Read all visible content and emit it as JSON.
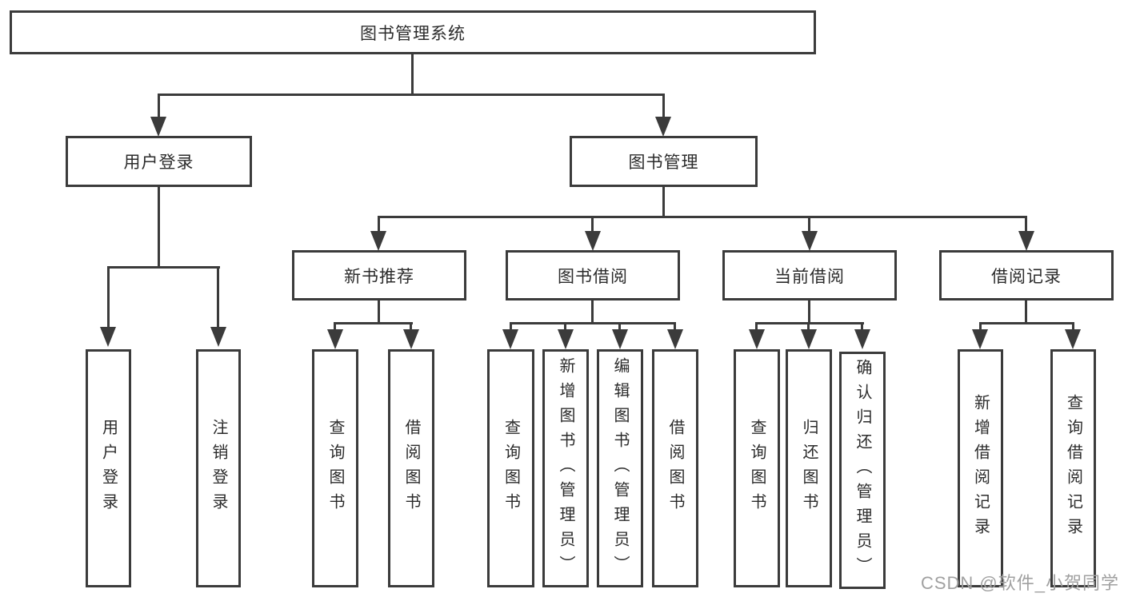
{
  "colors": {
    "line": "#3b3b3b",
    "text": "#2b2b2b",
    "background": "#ffffff",
    "watermark": "#a0a0a0"
  },
  "watermark": "CSDN @软件_小贺同学",
  "tree": {
    "label": "图书管理系统",
    "children": [
      {
        "label": "用户登录",
        "children": [
          {
            "label": "用户登录"
          },
          {
            "label": "注销登录"
          }
        ]
      },
      {
        "label": "图书管理",
        "children": [
          {
            "label": "新书推荐",
            "children": [
              {
                "label": "查询图书"
              },
              {
                "label": "借阅图书"
              }
            ]
          },
          {
            "label": "图书借阅",
            "children": [
              {
                "label": "查询图书"
              },
              {
                "label": "新增图书（管理员）"
              },
              {
                "label": "编辑图书（管理员）"
              },
              {
                "label": "借阅图书"
              }
            ]
          },
          {
            "label": "当前借阅",
            "children": [
              {
                "label": "查询图书"
              },
              {
                "label": "归还图书"
              },
              {
                "label": "确认归还（管理员）"
              }
            ]
          },
          {
            "label": "借阅记录",
            "children": [
              {
                "label": "新增借阅记录"
              },
              {
                "label": "查询借阅记录"
              }
            ]
          }
        ]
      }
    ]
  }
}
